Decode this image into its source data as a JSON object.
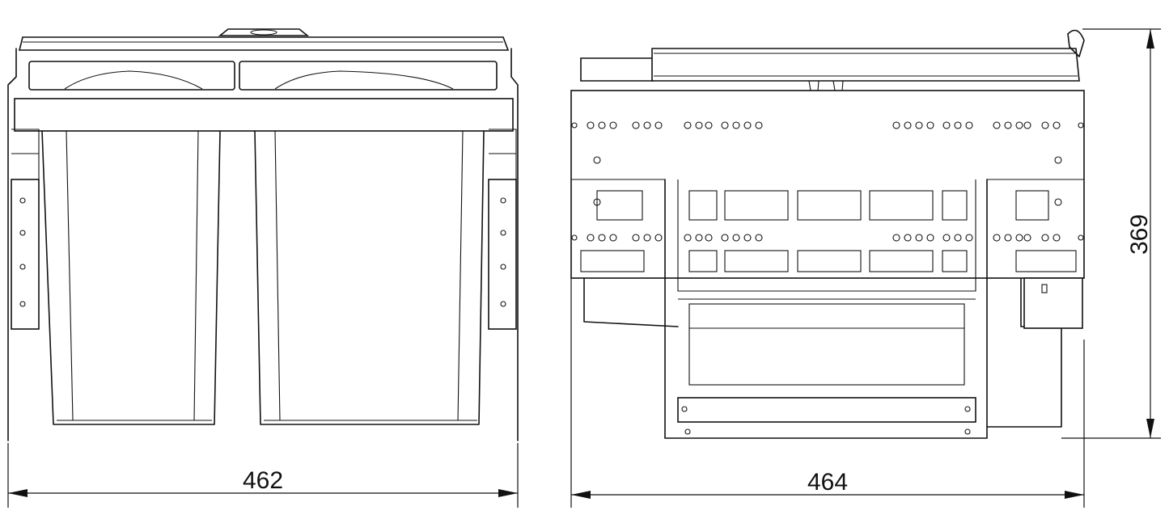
{
  "dimensions": {
    "front_width": "462",
    "side_depth": "464",
    "height": "369"
  },
  "colors": {
    "line": "#111111",
    "background": "#ffffff"
  }
}
